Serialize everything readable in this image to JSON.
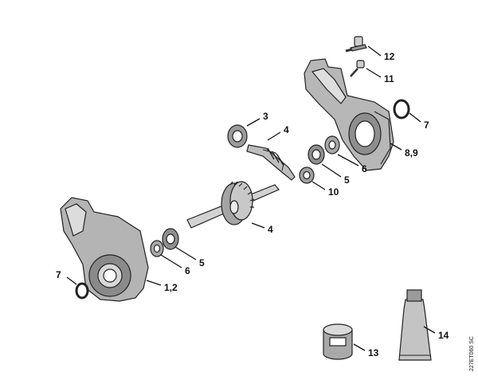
{
  "labels": {
    "l1": "12",
    "l2": "11",
    "l3": "7",
    "l4": "3",
    "l5": "4",
    "l6": "8,9",
    "l7": "6",
    "l8": "5",
    "l9": "10",
    "l10": "4",
    "l11": "5",
    "l12": "6",
    "l13": "7",
    "l14": "1,2",
    "l15": "14",
    "l16": "13"
  },
  "drawing_code": "227ET060 SC"
}
